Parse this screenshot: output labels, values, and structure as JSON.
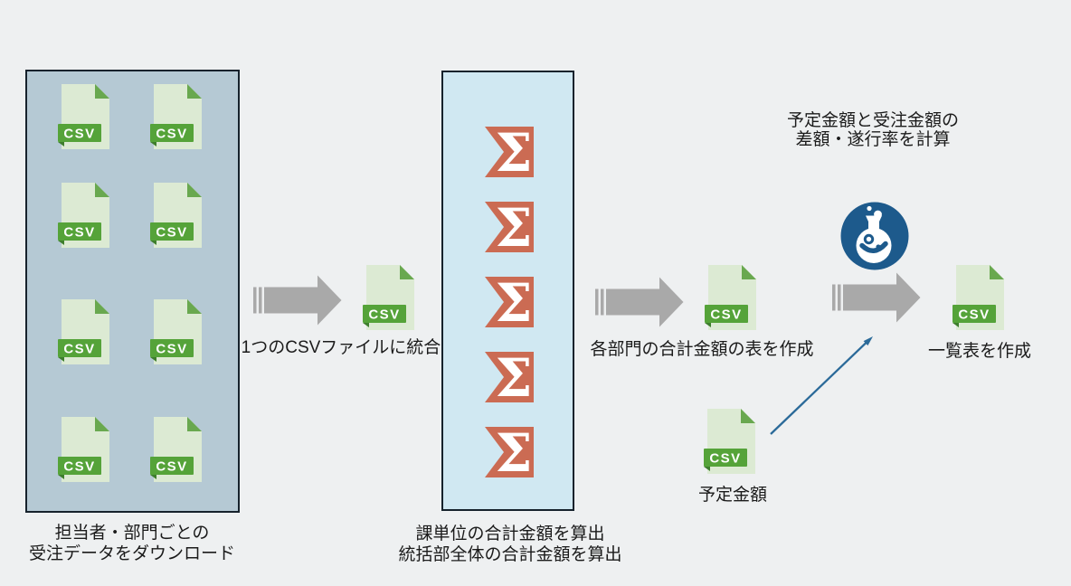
{
  "diagram": {
    "csv_badge": "CSV",
    "source_stage": {
      "file_count": 8,
      "caption": [
        "担当者・部門ごとの",
        "受注データをダウンロード"
      ]
    },
    "merge_step": {
      "label": "1つのCSVファイルに統合"
    },
    "sum_stage": {
      "sigma_symbol": "Σ",
      "sigma_count": 5,
      "caption": [
        "課単位の合計金額を算出",
        "統括部全体の合計金額を算出"
      ]
    },
    "dept_step": {
      "label": "各部門の合計金額の表を作成"
    },
    "calc_step": {
      "caption": [
        "予定金額と受注金額の",
        "差額・遂行率を計算"
      ]
    },
    "final_step": {
      "label": "一覧表を作成"
    },
    "plan_input": {
      "label": "予定金額"
    }
  },
  "colors": {
    "background": "#eef0f1",
    "source_box_fill": "#b5c9d4",
    "sum_box_fill": "#d0e8f2",
    "box_border": "#16222c",
    "csv_doc": "#dcead3",
    "csv_fold": "#69a84f",
    "csv_badge_bg": "#55a339",
    "csv_flap": "#3e7e2d",
    "sigma_orange": "#cb6b53",
    "arrow_gray": "#a9a9a9",
    "flask_blue": "#1d5a8c",
    "thin_arrow_blue": "#2b6a99",
    "text": "#1b1b1b"
  }
}
